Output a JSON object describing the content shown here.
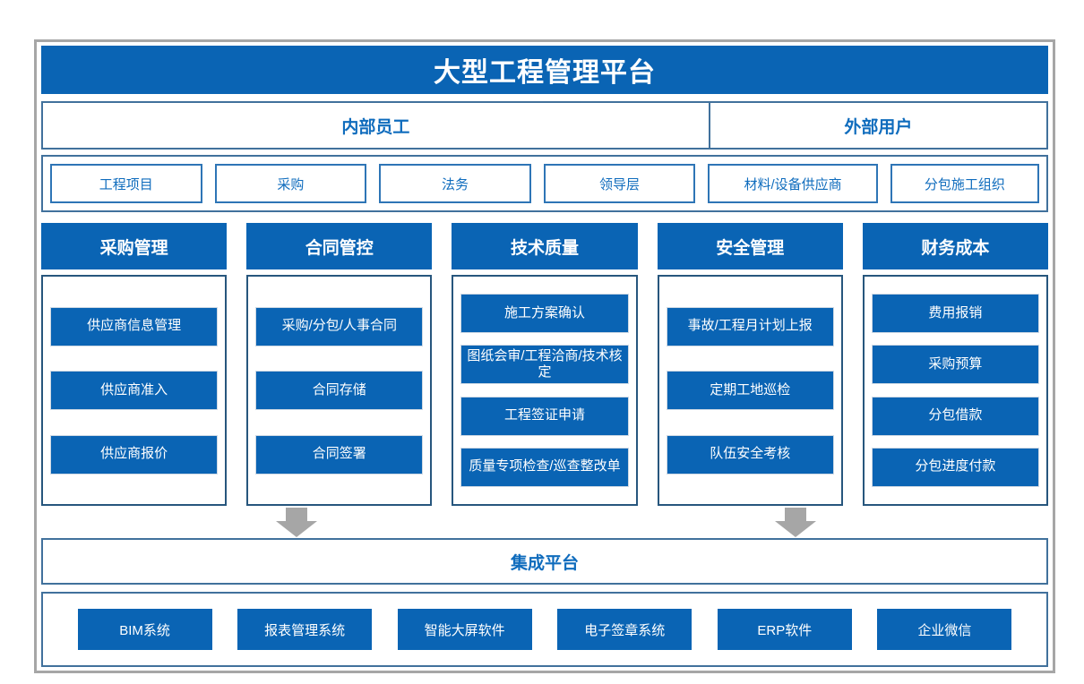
{
  "title": "大型工程管理平台",
  "user_groups": {
    "internal": "内部员工",
    "external": "外部用户"
  },
  "roles": [
    "工程项目",
    "采购",
    "法务",
    "领导层",
    "材料/设备供应商",
    "分包施工组织"
  ],
  "modules": [
    {
      "header": "采购管理",
      "items": [
        "供应商信息管理",
        "供应商准入",
        "供应商报价"
      ]
    },
    {
      "header": "合同管控",
      "items": [
        "采购/分包/人事合同",
        "合同存储",
        "合同签署"
      ]
    },
    {
      "header": "技术质量",
      "items": [
        "施工方案确认",
        "图纸会审/工程洽商/技术核定",
        "工程签证申请",
        "质量专项检查/巡查整改单"
      ]
    },
    {
      "header": "安全管理",
      "items": [
        "事故/工程月计划上报",
        "定期工地巡检",
        "队伍安全考核"
      ]
    },
    {
      "header": "财务成本",
      "items": [
        "费用报销",
        "采购预算",
        "分包借款",
        "分包进度付款"
      ]
    }
  ],
  "integration_label": "集成平台",
  "systems": [
    "BIM系统",
    "报表管理系统",
    "智能大屏软件",
    "电子签章系统",
    "ERP软件",
    "企业微信"
  ],
  "colors": {
    "primary_blue": "#0a64b4",
    "text_blue": "#0f6cbd",
    "border_slate": "#41719c",
    "border_navy": "#27567d",
    "outer_border_gray": "#a6a6a6",
    "arrow_gray": "#a6a6a6"
  }
}
